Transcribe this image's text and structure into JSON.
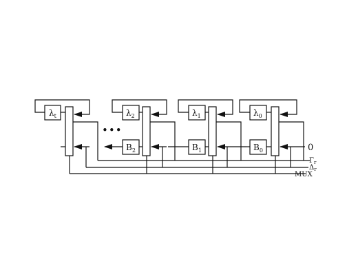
{
  "diagram": {
    "stages": [
      {
        "lambda_symbol": "λ",
        "lambda_sub": "t",
        "has_b": false
      },
      {
        "lambda_symbol": "λ",
        "lambda_sub": "2",
        "b_symbol": "B",
        "b_sub": "2",
        "has_b": true
      },
      {
        "lambda_symbol": "λ",
        "lambda_sub": "1",
        "b_symbol": "B",
        "b_sub": "1",
        "has_b": true
      },
      {
        "lambda_symbol": "λ",
        "lambda_sub": "0",
        "b_symbol": "B",
        "b_sub": "0",
        "has_b": true
      }
    ],
    "ellipsis": "•••",
    "input_zero": "0",
    "signals": [
      {
        "symbol": "Γ",
        "sub": "r"
      },
      {
        "symbol": "Δ",
        "sub": "r"
      },
      {
        "symbol": "MUX",
        "sub": ""
      }
    ]
  }
}
